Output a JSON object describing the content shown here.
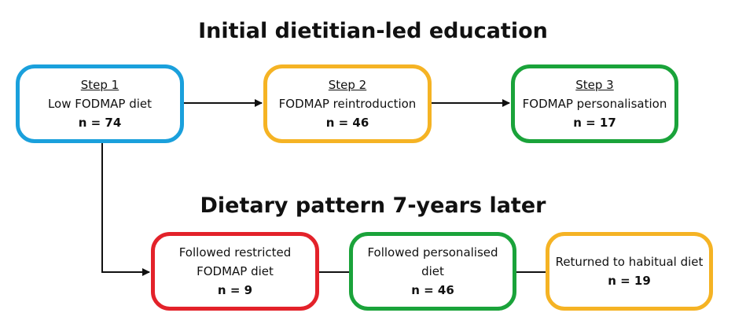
{
  "titles": {
    "top": "Initial dietitian-led education",
    "bottom": "Dietary pattern 7-years later"
  },
  "colors": {
    "step1": "#1aa0dc",
    "step2": "#f5b324",
    "step3": "#1aa33a",
    "restricted": "#e3222a",
    "personalised": "#1aa33a",
    "habitual": "#f5b324"
  },
  "steps": [
    {
      "step": "Step 1",
      "label": "Low FODMAP diet",
      "n": "n = 74"
    },
    {
      "step": "Step 2",
      "label": "FODMAP reintroduction",
      "n": "n = 46"
    },
    {
      "step": "Step 3",
      "label": "FODMAP personalisation",
      "n": "n = 17"
    }
  ],
  "outcomes": [
    {
      "line1": "Followed restricted",
      "line2": "FODMAP diet",
      "n": "n = 9"
    },
    {
      "line1": "Followed personalised",
      "line2": "diet",
      "n": "n = 46"
    },
    {
      "line1": "Returned to habitual diet",
      "n": "n = 19"
    }
  ]
}
